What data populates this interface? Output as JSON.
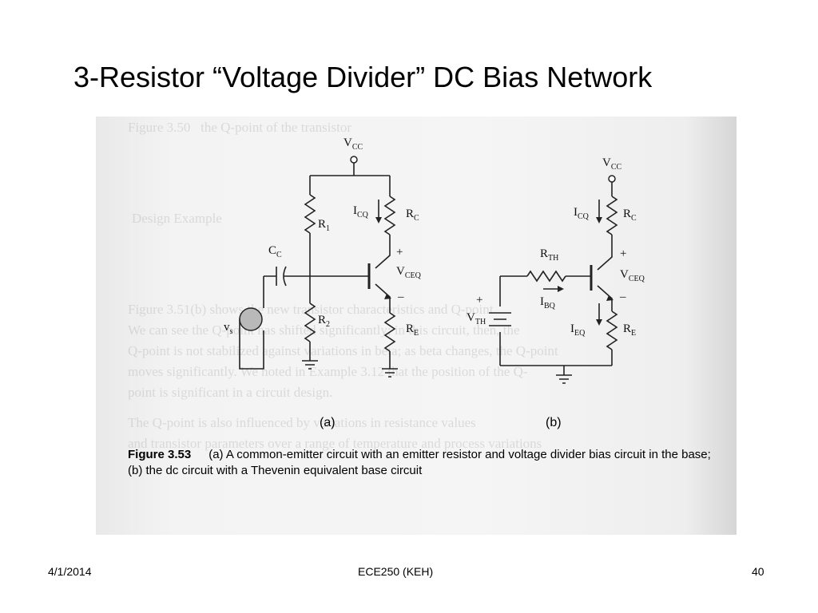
{
  "slide": {
    "title": "3-Resistor “Voltage Divider” DC Bias Network"
  },
  "figure": {
    "number": "Figure 3.53",
    "caption": "(a) A common-emitter circuit with an emitter resistor and voltage divider bias circuit in the base; (b) the dc circuit with a Thevenin equivalent base circuit",
    "sublabel_a": "(a)",
    "sublabel_b": "(b)",
    "circuit_a": {
      "vcc": "V",
      "vcc_sub": "CC",
      "r1": "R",
      "r1_sub": "1",
      "r2": "R",
      "r2_sub": "2",
      "rc": "R",
      "rc_sub": "C",
      "re": "R",
      "re_sub": "E",
      "cc": "C",
      "cc_sub": "C",
      "icq": "I",
      "icq_sub": "CQ",
      "vceq": "V",
      "vceq_sub": "CEQ",
      "vs": "v",
      "vs_sub": "s",
      "plus": "+",
      "minus": "–"
    },
    "circuit_b": {
      "vcc": "V",
      "vcc_sub": "CC",
      "rth": "R",
      "rth_sub": "TH",
      "vth": "V",
      "vth_sub": "TH",
      "rc": "R",
      "rc_sub": "C",
      "re": "R",
      "re_sub": "E",
      "icq": "I",
      "icq_sub": "CQ",
      "ibq": "I",
      "ibq_sub": "BQ",
      "ieq": "I",
      "ieq_sub": "EQ",
      "vceq": "V",
      "vceq_sub": "CEQ",
      "plus": "+",
      "minus": "–"
    }
  },
  "footer": {
    "date": "4/1/2014",
    "course": "ECE250 (KEH)",
    "page": "40"
  }
}
